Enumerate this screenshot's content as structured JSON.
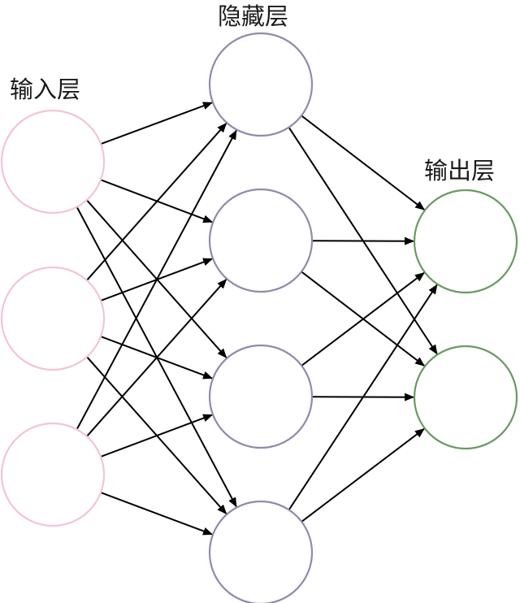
{
  "layers": [
    {
      "id": "input",
      "label": "输入层",
      "node_count": 3,
      "stroke_color": "#f3c6cf"
    },
    {
      "id": "hidden",
      "label": "隐藏层",
      "node_count": 4,
      "stroke_color": "#8e8cac"
    },
    {
      "id": "output",
      "label": "输出层",
      "node_count": 2,
      "stroke_color": "#6a9a63"
    }
  ],
  "connectivity": "fully-connected",
  "edge_color": "#000000"
}
